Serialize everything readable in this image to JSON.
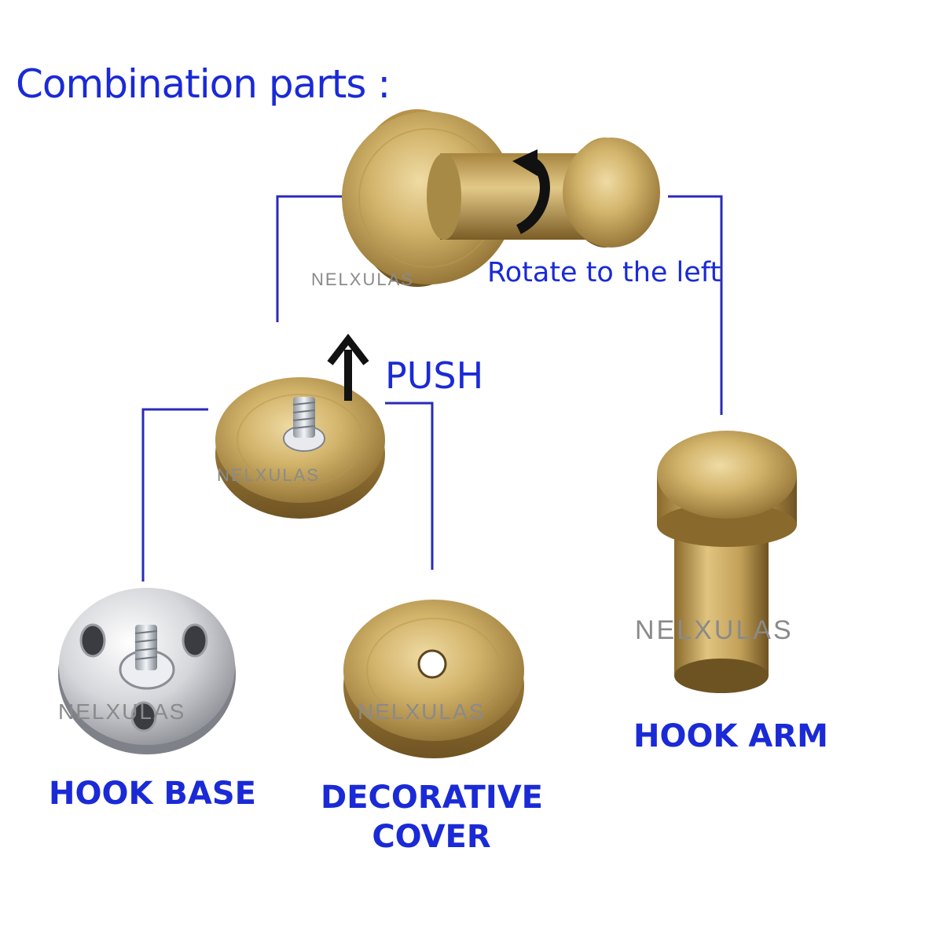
{
  "title": "Combination parts :",
  "annotations": {
    "rotate": "Rotate to the left",
    "push": "PUSH"
  },
  "parts": {
    "hook_arm": "HOOK ARM",
    "hook_base": "HOOK BASE",
    "decorative_cover": "DECORATIVE COVER"
  },
  "watermark": "NELXULAS",
  "colors": {
    "label_blue": "#1a2ad6",
    "connector_line": "#2a2ab8",
    "brass": "#c9a85a",
    "chrome": "#d9d9dc"
  },
  "icons": [
    "rotate-arrow-icon",
    "push-arrow-icon"
  ]
}
